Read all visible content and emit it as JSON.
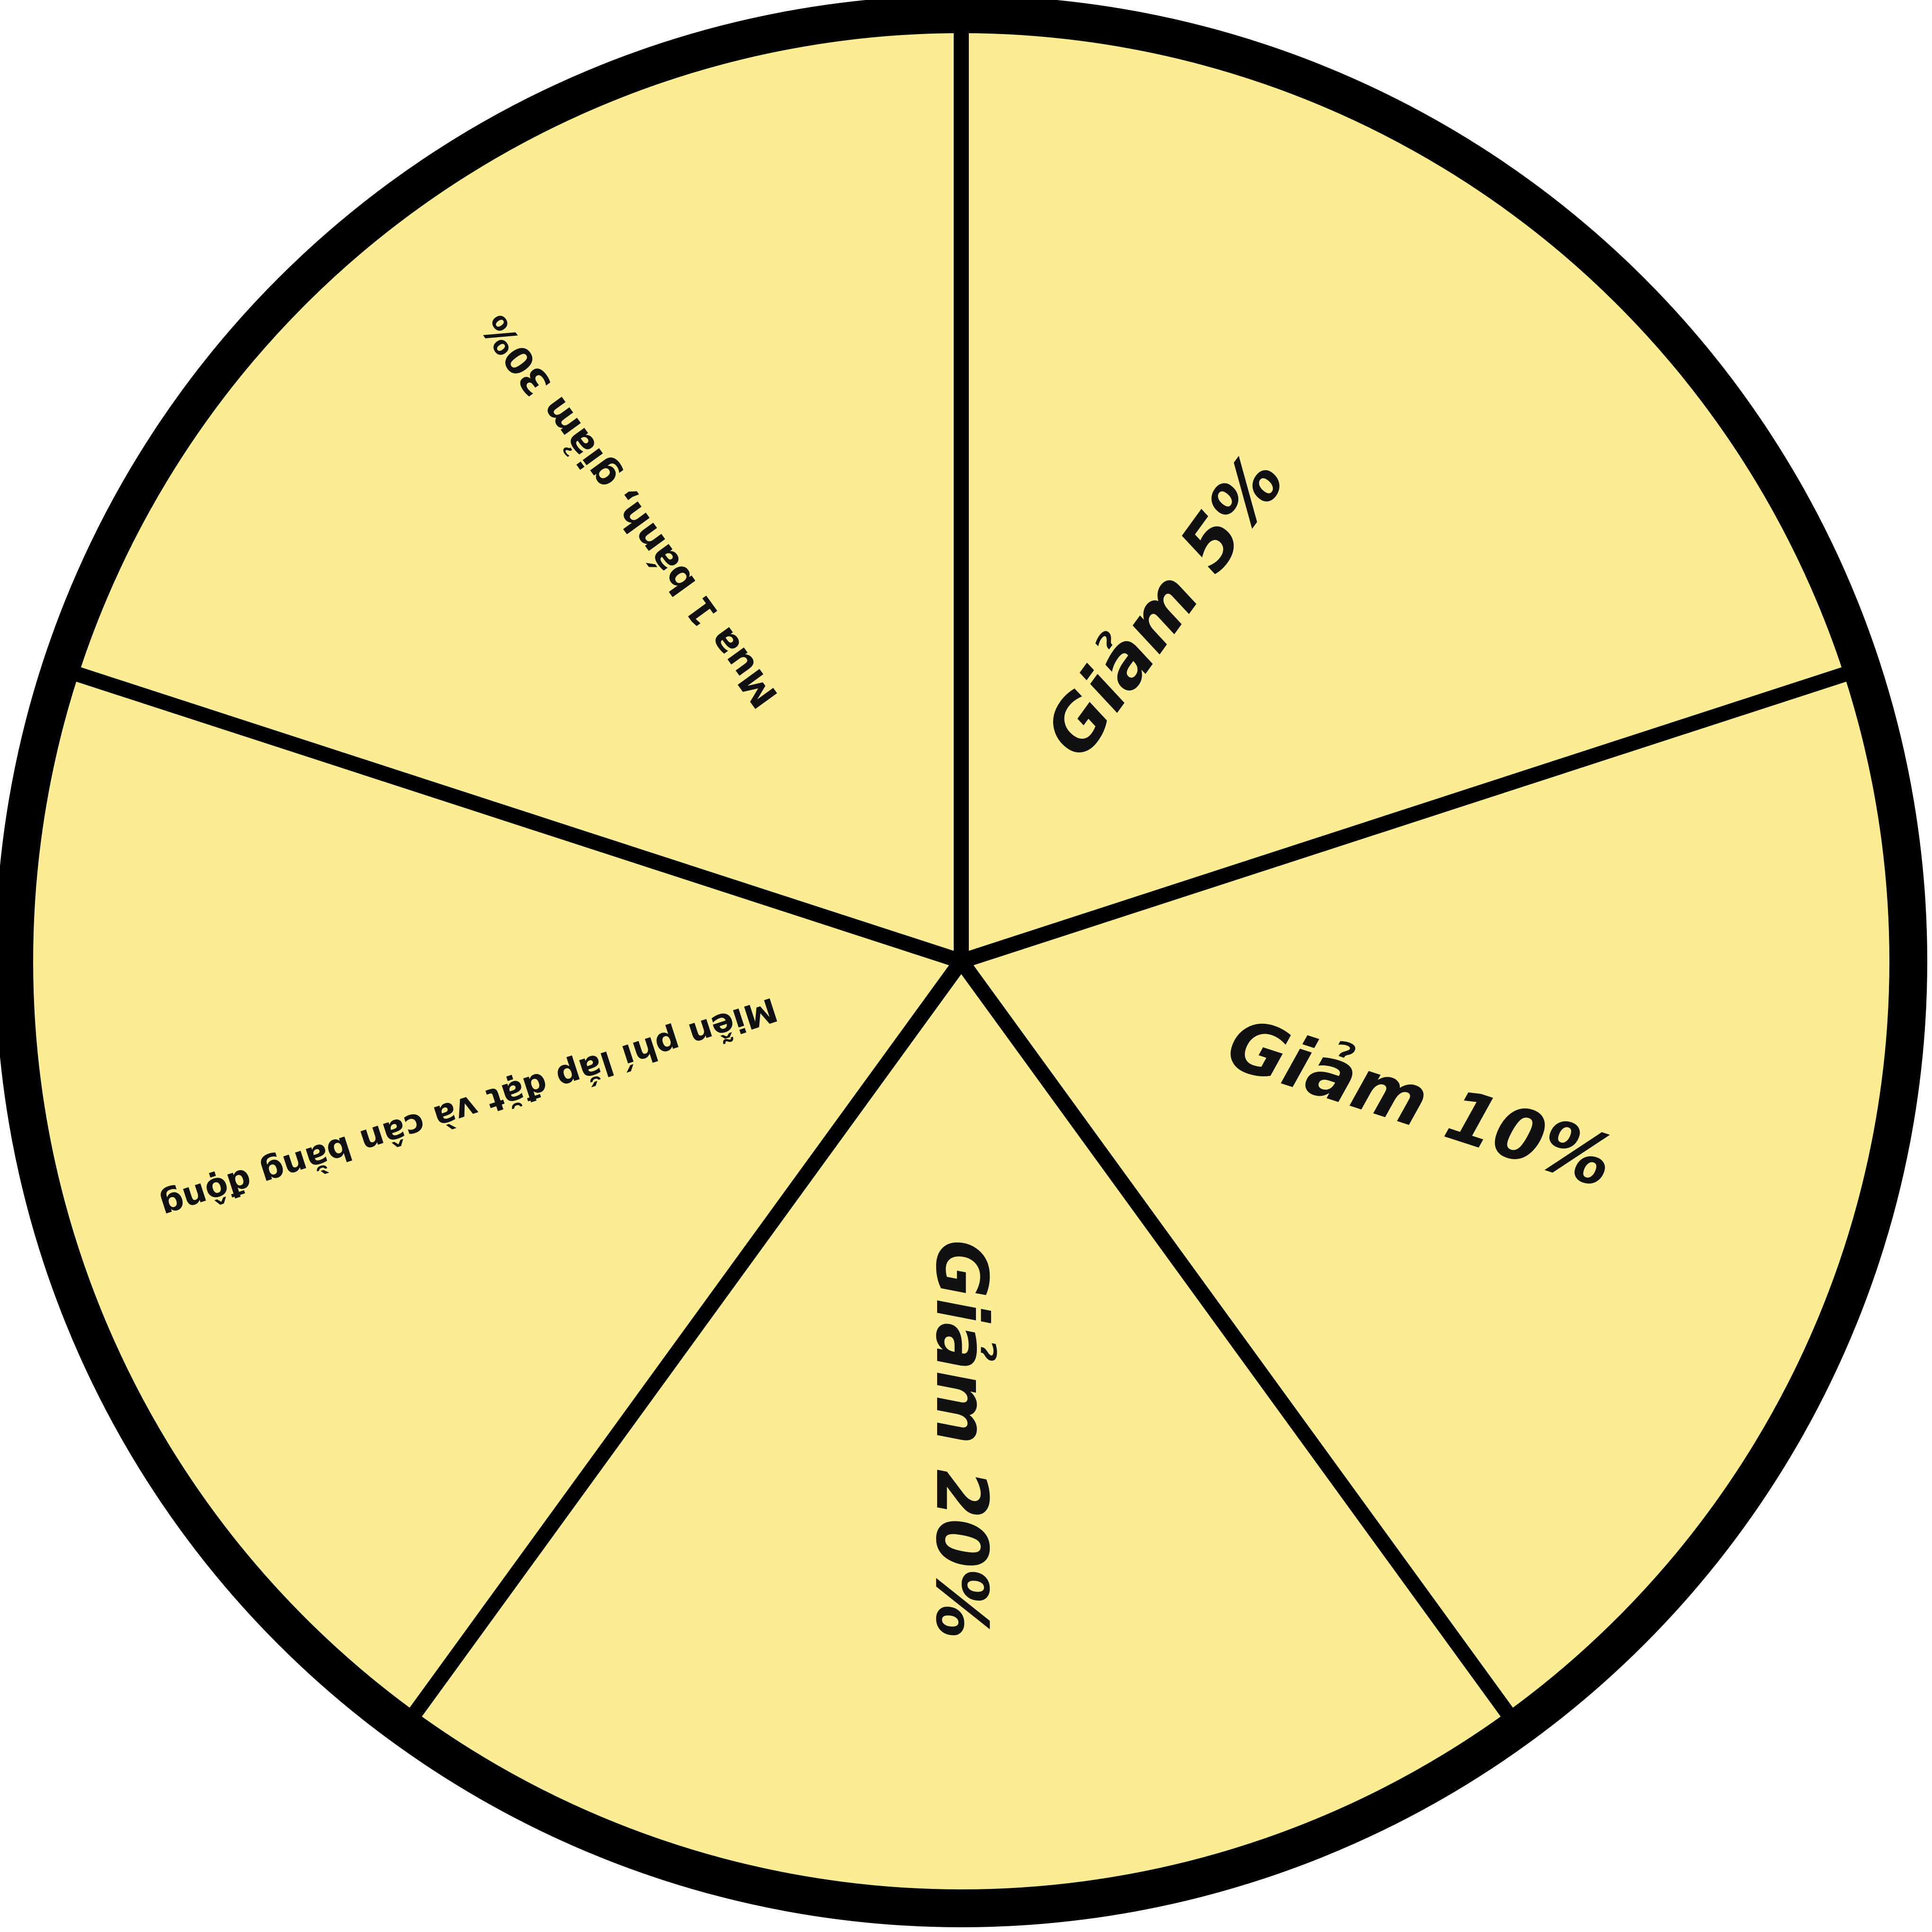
{
  "wheel": {
    "fill_color": "#fcec94",
    "stroke_color": "#000000",
    "segments": [
      {
        "label": "Giảm 5%"
      },
      {
        "label": "Giảm 10%"
      },
      {
        "label": "Giảm 20%"
      },
      {
        "label": "Miễn phí lắp đặt và cân bằng động"
      },
      {
        "label": "Mua 1 bánh, giảm 30%"
      }
    ]
  }
}
